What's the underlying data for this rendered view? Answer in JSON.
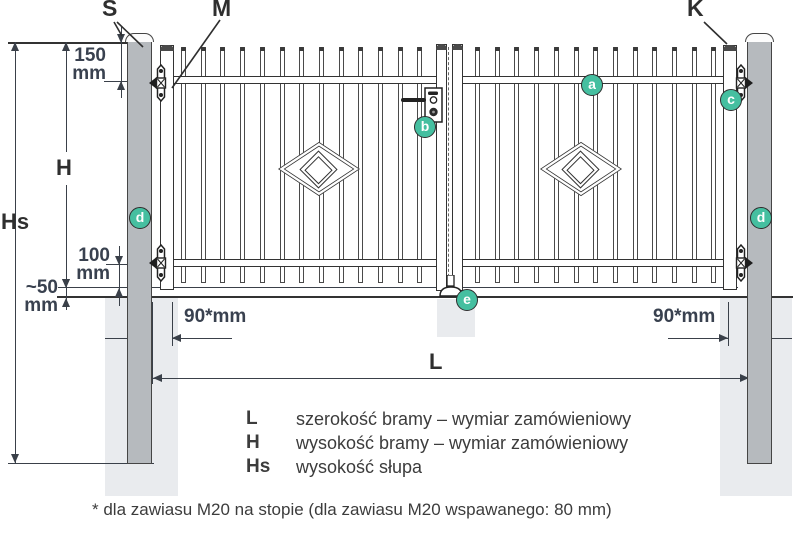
{
  "labels": {
    "s": "S",
    "m": "M",
    "k": "K"
  },
  "markers": {
    "a": "a",
    "b": "b",
    "c": "c",
    "d_left": "d",
    "d_right": "d",
    "e": "e"
  },
  "dimensions": {
    "top_offset": {
      "value": "150",
      "unit": "mm"
    },
    "bottom_offset": {
      "value": "100",
      "unit": "mm"
    },
    "ground_clearance": {
      "value": "~50",
      "unit": "mm"
    },
    "hinge_offset_left": "90*mm",
    "hinge_offset_right": "90*mm",
    "width_label": "L",
    "height_label": "H",
    "post_height_label": "Hs"
  },
  "legend": [
    {
      "key": "L",
      "desc": "szerokość bramy – wymiar zamówieniowy"
    },
    {
      "key": "H",
      "desc": "wysokość bramy – wymiar zamówieniowy"
    },
    {
      "key": "Hs",
      "desc": "wysokość słupa"
    }
  ],
  "footnote": "* dla zawiasu M20 na stopie (dla zawiasu M20 wspawanego: 80 mm)",
  "colors": {
    "accent": "#45bfa0",
    "line": "#333333",
    "dimension_text": "#39414f",
    "post_fill": "#b6babe",
    "foundation_fill": "#e9ebee"
  }
}
